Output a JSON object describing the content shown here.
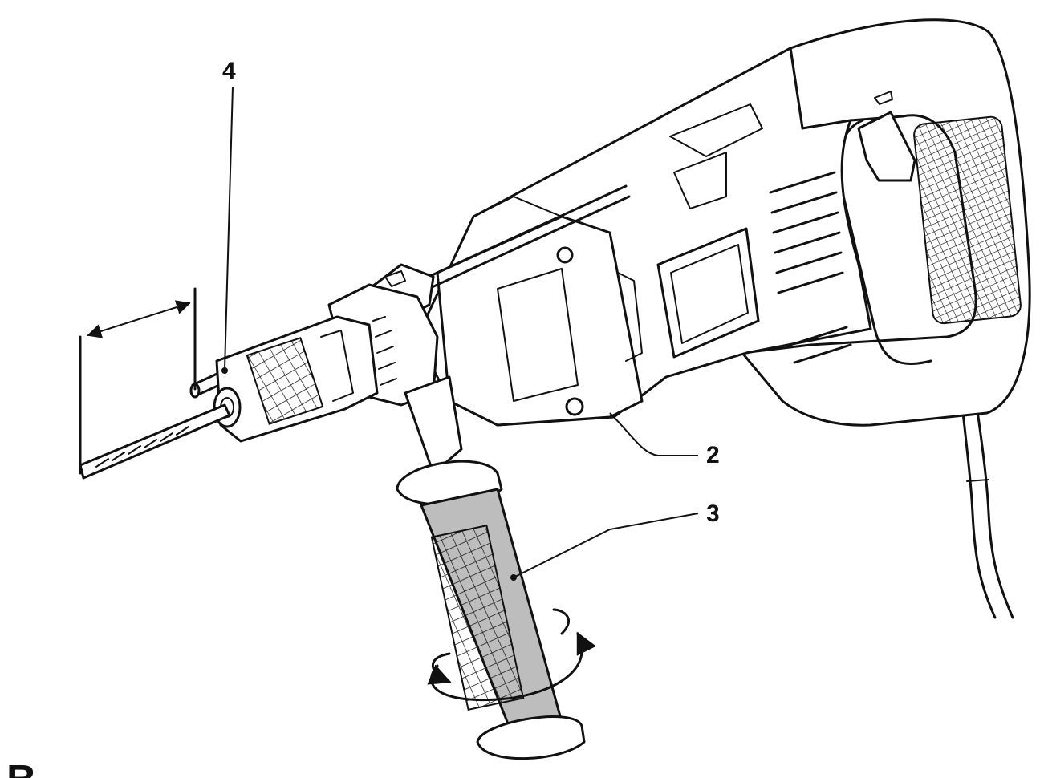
{
  "figure": {
    "panel_letter": "B",
    "callouts": [
      {
        "id": "depth-stop",
        "number": "4"
      },
      {
        "id": "clamp-screw",
        "number": "2"
      },
      {
        "id": "auxiliary-handle",
        "number": "3"
      }
    ]
  }
}
